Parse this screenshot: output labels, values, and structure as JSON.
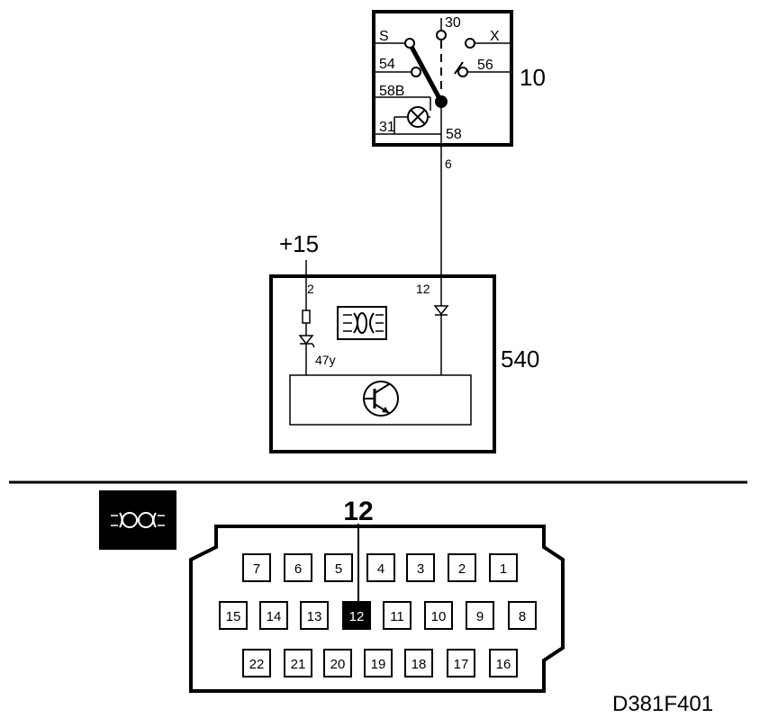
{
  "light_switch": {
    "ref": "10",
    "terminals": {
      "t30": "30",
      "tS": "S",
      "tX": "X",
      "t54": "54",
      "t56": "56",
      "t58B": "58B",
      "t31": "31",
      "t58": "58"
    },
    "wire_pin": "6"
  },
  "supply_label": "+15",
  "module": {
    "ref": "540",
    "pin_left": "2",
    "pin_right": "12",
    "resistor_label": "47y",
    "icon": "fog-light-icon",
    "transistor_icon": "transistor-icon"
  },
  "connector": {
    "highlight_pin": "12",
    "icon": "parking-light-icon",
    "row1": [
      "7",
      "6",
      "5",
      "4",
      "3",
      "2",
      "1"
    ],
    "row2": [
      "15",
      "14",
      "13",
      "12",
      "11",
      "10",
      "9",
      "8"
    ],
    "row3": [
      "22",
      "21",
      "20",
      "19",
      "18",
      "17",
      "16"
    ]
  },
  "figure_code": "D381F401",
  "colors": {
    "line": "#000000",
    "background": "#ffffff",
    "highlight_fill": "#000000"
  }
}
